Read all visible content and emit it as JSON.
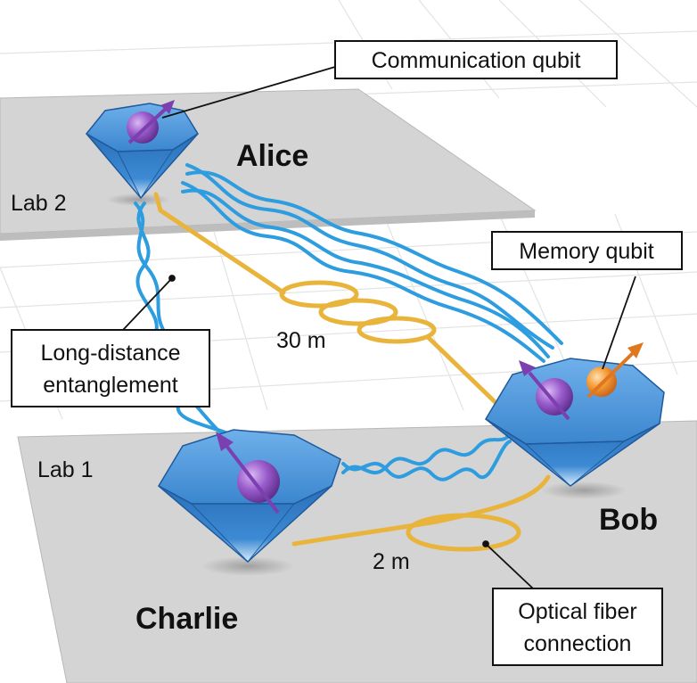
{
  "labs": {
    "lab2": "Lab 2",
    "lab1": "Lab 1"
  },
  "nodes": {
    "alice": "Alice",
    "bob": "Bob",
    "charlie": "Charlie"
  },
  "distances": {
    "long": "30 m",
    "short": "2 m"
  },
  "callouts": {
    "communication_qubit": "Communication qubit",
    "memory_qubit": "Memory qubit",
    "entanglement_line1": "Long-distance",
    "entanglement_line2": "entanglement",
    "fiber_line1": "Optical fiber",
    "fiber_line2": "connection"
  },
  "colors": {
    "diamond": "#2f78c4",
    "fiber": "#e9b43c",
    "entanglement": "#2e9de0",
    "communication_qubit": "#8a4cc0",
    "memory_qubit": "#f08a2a",
    "platform": "#d4d4d4"
  }
}
